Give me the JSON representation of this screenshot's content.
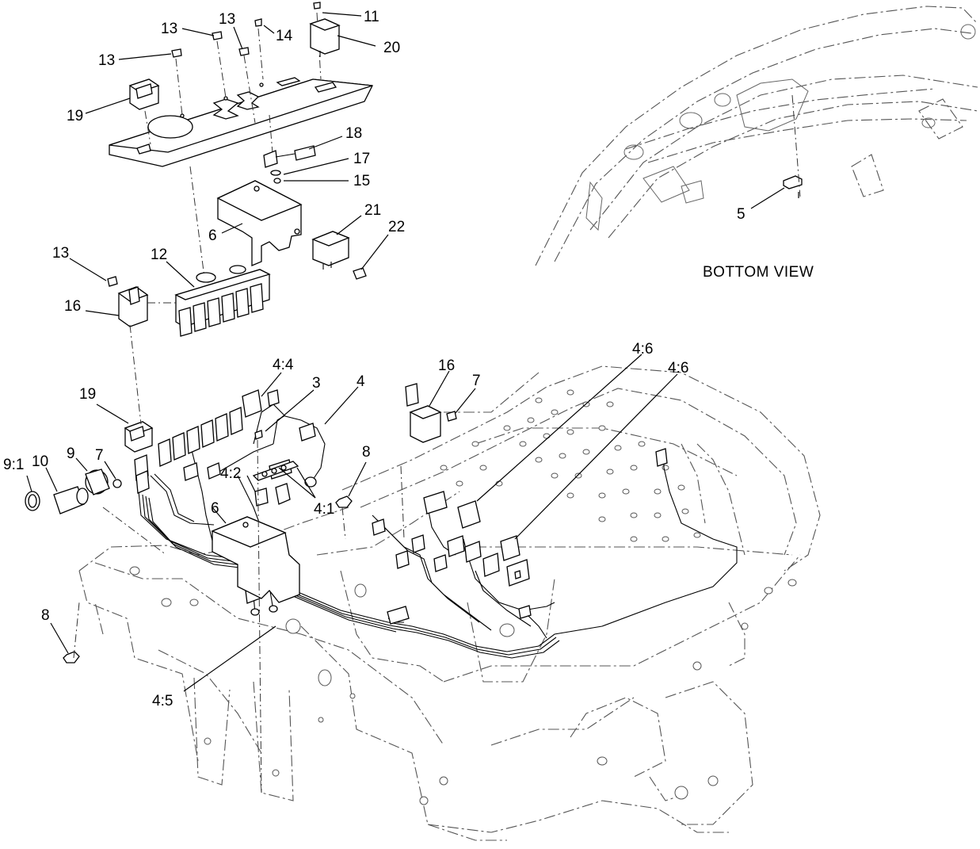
{
  "diagram": {
    "caption": "BOTTOM VIEW",
    "callouts": {
      "c11": "11",
      "c20": "20",
      "c13a": "13",
      "c13b": "13",
      "c14": "14",
      "c13c": "13",
      "c19a": "19",
      "c18": "18",
      "c17": "17",
      "c15": "15",
      "c21": "21",
      "c6a": "6",
      "c22": "22",
      "c13d": "13",
      "c12": "12",
      "c16a": "16",
      "c5": "5",
      "c4_4": "4:4",
      "c3": "3",
      "c4": "4",
      "c4_6a": "4:6",
      "c4_6b": "4:6",
      "c16b": "16",
      "c7a": "7",
      "c19b": "19",
      "c9_1": "9:1",
      "c10": "10",
      "c9": "9",
      "c7b": "7",
      "c8a": "8",
      "c4_2": "4:2",
      "c4_1": "4:1",
      "c6b": "6",
      "c8b": "8",
      "c4_5": "4:5"
    }
  }
}
